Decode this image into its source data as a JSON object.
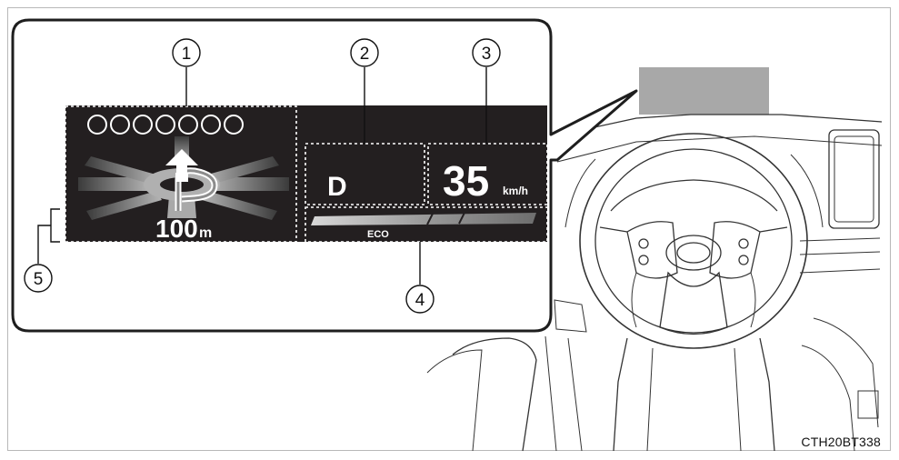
{
  "figure_code": "CTH20BT338",
  "callouts": [
    "1",
    "2",
    "3",
    "4",
    "5"
  ],
  "hud": {
    "turn_distance_value": "100",
    "turn_distance_unit": "m",
    "shift_position": "D",
    "speed_value": "35",
    "speed_unit": "km/h",
    "eco_label": "ECO",
    "status_circle_count": 7
  },
  "colors": {
    "hud_background": "#231f20",
    "outline": "#222222",
    "windshield_projection": "#a8a8a8",
    "road_graphic": "#9a9a9a"
  },
  "icons": [
    "turn-arrow-icon",
    "steering-wheel-icon",
    "car-logo-icon"
  ]
}
